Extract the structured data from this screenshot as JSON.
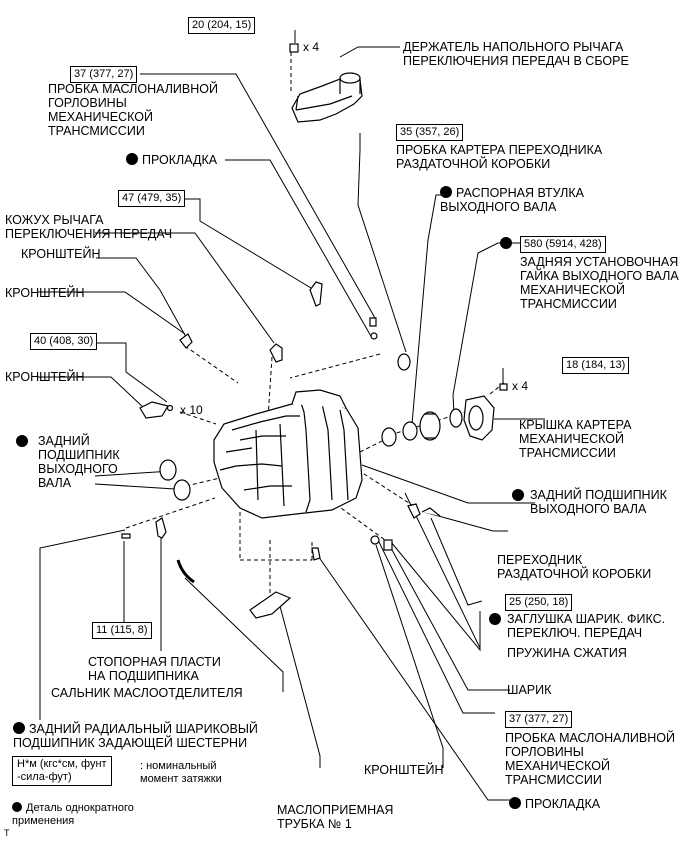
{
  "torques": {
    "t1": "20 (204, 15)",
    "t2": "37 (377, 27)",
    "t3": "35 (357, 26)",
    "t4": "47 (479, 35)",
    "t5": "580 (5914, 428)",
    "t6": "40 (408, 30)",
    "t7": "18 (184, 13)",
    "t8": "11 (115, 8)",
    "t9": "25 (250, 18)",
    "t10": "37 (377, 27)"
  },
  "qty": {
    "x4a": "x 4",
    "x10": "x 10",
    "x4b": "x 4"
  },
  "labels": {
    "shift_lever_retainer": "ДЕРЖАТЕЛЬ НАПОЛЬНОГО РЫЧАГА\nПЕРЕКЛЮЧЕНИЯ ПЕРЕДАЧ В СБОРЕ",
    "filler_plug_top": "ПРОБКА МАСЛОНАЛИВНОЙ\nГОРЛОВИНЫ\nМЕХАНИЧЕСКОЙ\nТРАНСМИССИИ",
    "gasket_top": "ПРОКЛАДКА",
    "transfer_adapter_plug": "ПРОБКА КАРТЕРА ПЕРЕХОДНИКА\nРАЗДАТОЧНОЙ КОРОБКИ",
    "spacer": "РАСПОРНАЯ ВТУЛКА\nВЫХОДНОГО ВАЛА",
    "shift_lever_housing": "КОЖУХ РЫЧАГА\nПЕРЕКЛЮЧЕНИЯ ПЕРЕДАЧ",
    "bracket1": "КРОНШТЕЙН",
    "rear_nut": "ЗАДНЯЯ УСТАНОВОЧНАЯ\nГАЙКА ВЫХОДНОГО ВАЛА\nМЕХАНИЧЕСКОЙ\nТРАНСМИССИИ",
    "bracket2": "КРОНШТЕЙН",
    "bracket3": "КРОНШТЕЙН",
    "case_cover": "КРЫШКА КАРТЕРА\nМЕХАНИЧЕСКОЙ\nТРАНСМИССИИ",
    "rear_bearing_left": "ЗАДНИЙ\nПОДШИПНИК\nВЫХОДНОГО\nВАЛА",
    "rear_bearing_right": "ЗАДНИЙ ПОДШИПНИК\nВЫХОДНОГО ВАЛА",
    "transfer_adapter": "ПЕРЕХОДНИК\nРАЗДАТОЧНОЙ КОРОБКИ",
    "detent_plug": "ЗАГЛУШКА ШАРИК. ФИКС.\nПЕРЕКЛЮЧ. ПЕРЕДАЧ",
    "spring": "ПРУЖИНА СЖАТИЯ",
    "retainer_plate": "СТОПОРНАЯ ПЛАСТИ\nНА ПОДШИПНИКА",
    "oil_separator": "САЛЬНИК МАСЛООТДЕЛИТЕЛЯ",
    "ball": "ШАРИК",
    "drive_bearing": "ЗАДНИЙ РАДИАЛЬНЫЙ ШАРИКОВЫЙ\nПОДШИПНИК ЗАДАЮЩЕЙ ШЕСТЕРНИ",
    "filler_plug_bottom": "ПРОБКА МАСЛОНАЛИВНОЙ\nГОРЛОВИНЫ\nМЕХАНИЧЕСКОЙ\nТРАНСМИССИИ",
    "bracket4": "КРОНШТЕЙН",
    "gasket_bottom": "ПРОКЛАДКА",
    "oil_pipe": "МАСЛОПРИЕМНАЯ\nТРУБКА № 1"
  },
  "legend": {
    "unit_box": "Н*м (кгс*см, фунт\n-сила-фут)",
    "unit_text": ": номинальный\nмомент затяжки",
    "nonreuse": "Деталь однократного\nприменения",
    "corner": "T"
  }
}
